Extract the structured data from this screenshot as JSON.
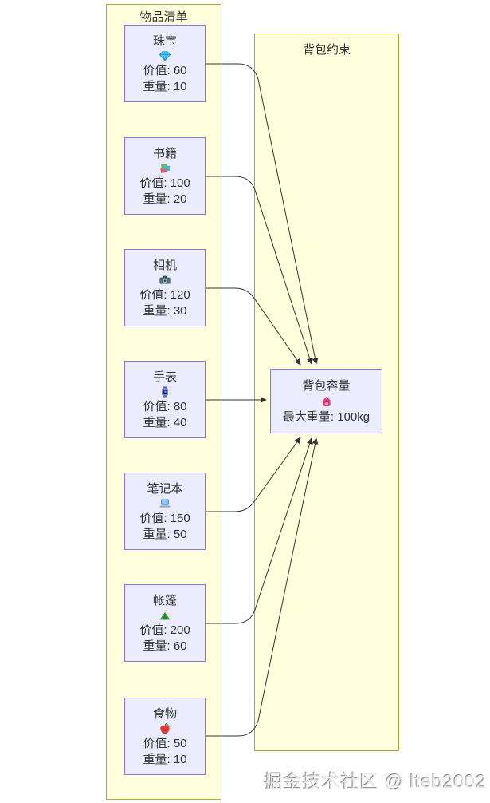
{
  "diagram": {
    "items_cluster": {
      "title": "物品清单"
    },
    "constraint_cluster": {
      "title": "背包约束"
    },
    "items": [
      {
        "name": "珠宝",
        "icon": "diamond-icon",
        "value_label": "价值: 60",
        "weight_label": "重量: 10"
      },
      {
        "name": "书籍",
        "icon": "books-icon",
        "value_label": "价值: 100",
        "weight_label": "重量: 20"
      },
      {
        "name": "相机",
        "icon": "camera-icon",
        "value_label": "价值: 120",
        "weight_label": "重量: 30"
      },
      {
        "name": "手表",
        "icon": "watch-icon",
        "value_label": "价值: 80",
        "weight_label": "重量: 40"
      },
      {
        "name": "笔记本",
        "icon": "laptop-icon",
        "value_label": "价值: 150",
        "weight_label": "重量: 50"
      },
      {
        "name": "帐篷",
        "icon": "tent-icon",
        "value_label": "价值: 200",
        "weight_label": "重量: 60"
      },
      {
        "name": "食物",
        "icon": "apple-icon",
        "value_label": "价值: 50",
        "weight_label": "重量: 10"
      }
    ],
    "capacity_node": {
      "title": "背包容量",
      "icon": "backpack-icon",
      "label": "最大重量: 100kg"
    },
    "edges": [
      {
        "from": "珠宝",
        "to": "背包容量"
      },
      {
        "from": "书籍",
        "to": "背包容量"
      },
      {
        "from": "相机",
        "to": "背包容量"
      },
      {
        "from": "手表",
        "to": "背包容量"
      },
      {
        "from": "笔记本",
        "to": "背包容量"
      },
      {
        "from": "帐篷",
        "to": "背包容量"
      },
      {
        "from": "食物",
        "to": "背包容量"
      }
    ],
    "colors": {
      "cluster_fill": "#ffffde",
      "cluster_stroke": "#aaaa33",
      "node_fill": "#ececff",
      "node_stroke": "#9370db",
      "edge": "#333333",
      "text": "#333333"
    }
  },
  "watermark": {
    "text": "掘金技术社区 @ lteb2002"
  }
}
